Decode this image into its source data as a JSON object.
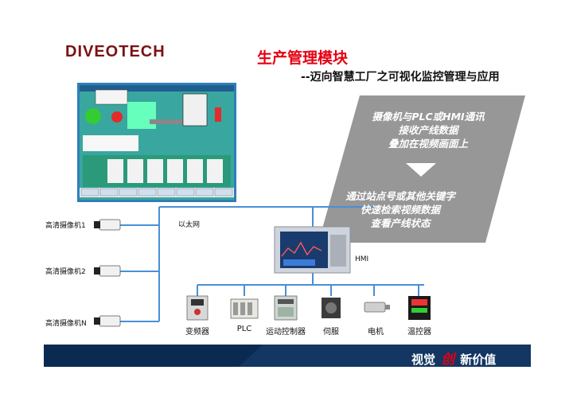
{
  "header": {
    "logo": "DIVEOTECH",
    "title": "生产管理模块",
    "subtitle": "--迈向智慧工厂之可视化监控管理与应用"
  },
  "panel": {
    "top_lines": [
      "摄像机与PLC或HMI通讯",
      "接收产线数据",
      "叠加在视频画面上"
    ],
    "bottom_lines": [
      "通过站点号或其他关键字",
      "快速检索视频数据",
      "查看产线状态"
    ]
  },
  "network": {
    "ethernet_label": "以太网",
    "hmi_label": "HMI",
    "cameras": [
      "高清摄像机1",
      "高清摄像机2",
      "高清摄像机N"
    ],
    "devices": [
      "变频器",
      "PLC",
      "运动控制器",
      "伺服",
      "电机",
      "温控器"
    ]
  },
  "footer": {
    "left": "视觉",
    "mid": "创",
    "right": "新价值"
  },
  "colors": {
    "brand_red": "#e60012",
    "logo": "#7a1212",
    "line_blue": "#4a8fd6",
    "panel_gray": "#8e8e8e",
    "footer_blue": "#0b2a52"
  }
}
